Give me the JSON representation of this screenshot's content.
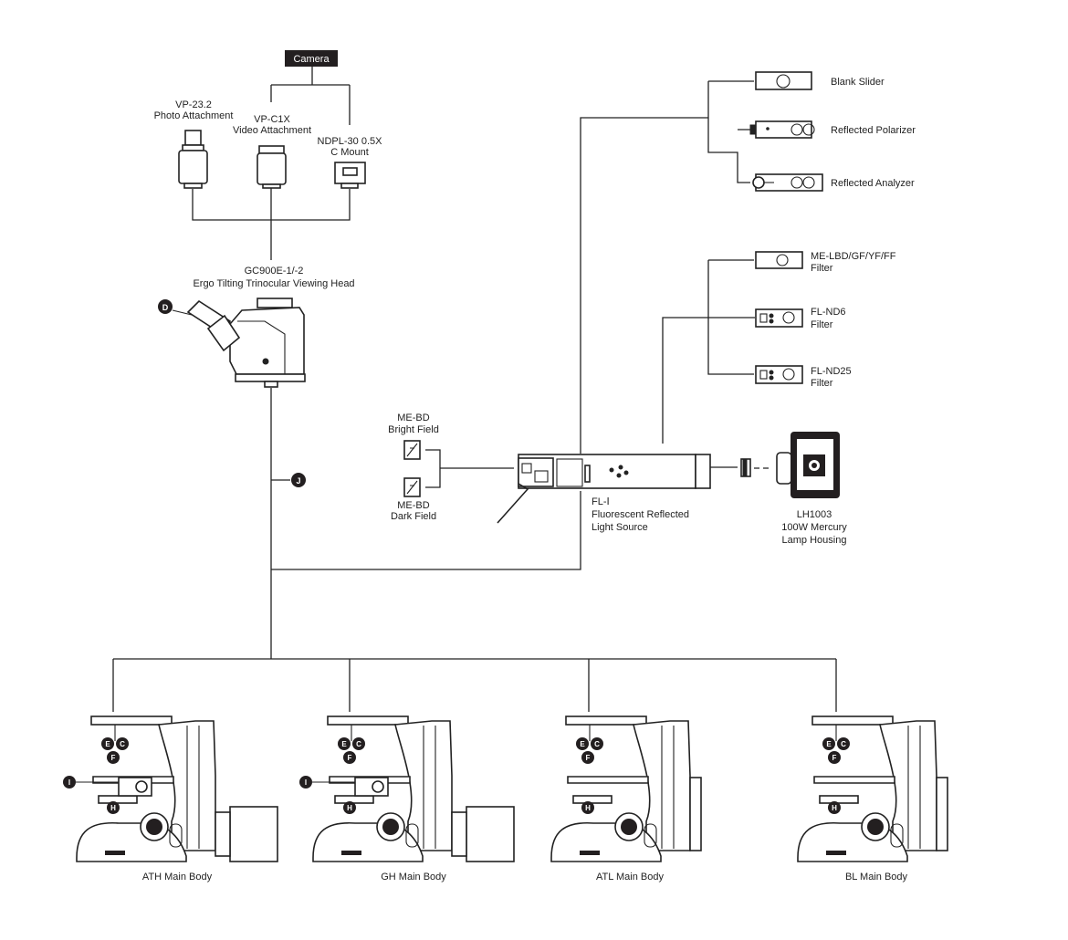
{
  "camera": {
    "label": "Camera"
  },
  "attachments": [
    {
      "name": "VP-23.2",
      "desc": "Photo Attachment"
    },
    {
      "name": "VP-C1X",
      "desc": "Video Attachment"
    },
    {
      "name": "NDPL-30 0.5X",
      "desc": "C Mount"
    }
  ],
  "head": {
    "name": "GC900E-1/-2",
    "desc": "Ergo Tilting Trinocular Viewing Head"
  },
  "sliders": [
    {
      "label": "Blank Slider"
    },
    {
      "label": "Reflected Polarizer"
    },
    {
      "label": "Reflected Analyzer"
    }
  ],
  "filters": [
    {
      "name": "ME-LBD/GF/YF/FF",
      "desc": "Filter"
    },
    {
      "name": "FL-ND6",
      "desc": "Filter"
    },
    {
      "name": "FL-ND25",
      "desc": "Filter"
    }
  ],
  "cubes": [
    {
      "name": "ME-BD",
      "desc": "Bright Field"
    },
    {
      "name": "ME-BD",
      "desc": "Dark Field"
    }
  ],
  "illuminator": {
    "name": "FL-Ⅰ",
    "line1": "Fluorescent Reflected",
    "line2": "Light Source"
  },
  "lamp": {
    "name": "LH1003",
    "line1": "100W Mercury",
    "line2": "Lamp Housing"
  },
  "markers": {
    "D": "D",
    "J": "J",
    "E": "E",
    "C": "C",
    "F": "F",
    "I": "I",
    "H": "H"
  },
  "bodies": [
    {
      "label": "ATH Main Body"
    },
    {
      "label": "GH Main Body"
    },
    {
      "label": "ATL Main Body"
    },
    {
      "label": "BL Main Body"
    }
  ]
}
